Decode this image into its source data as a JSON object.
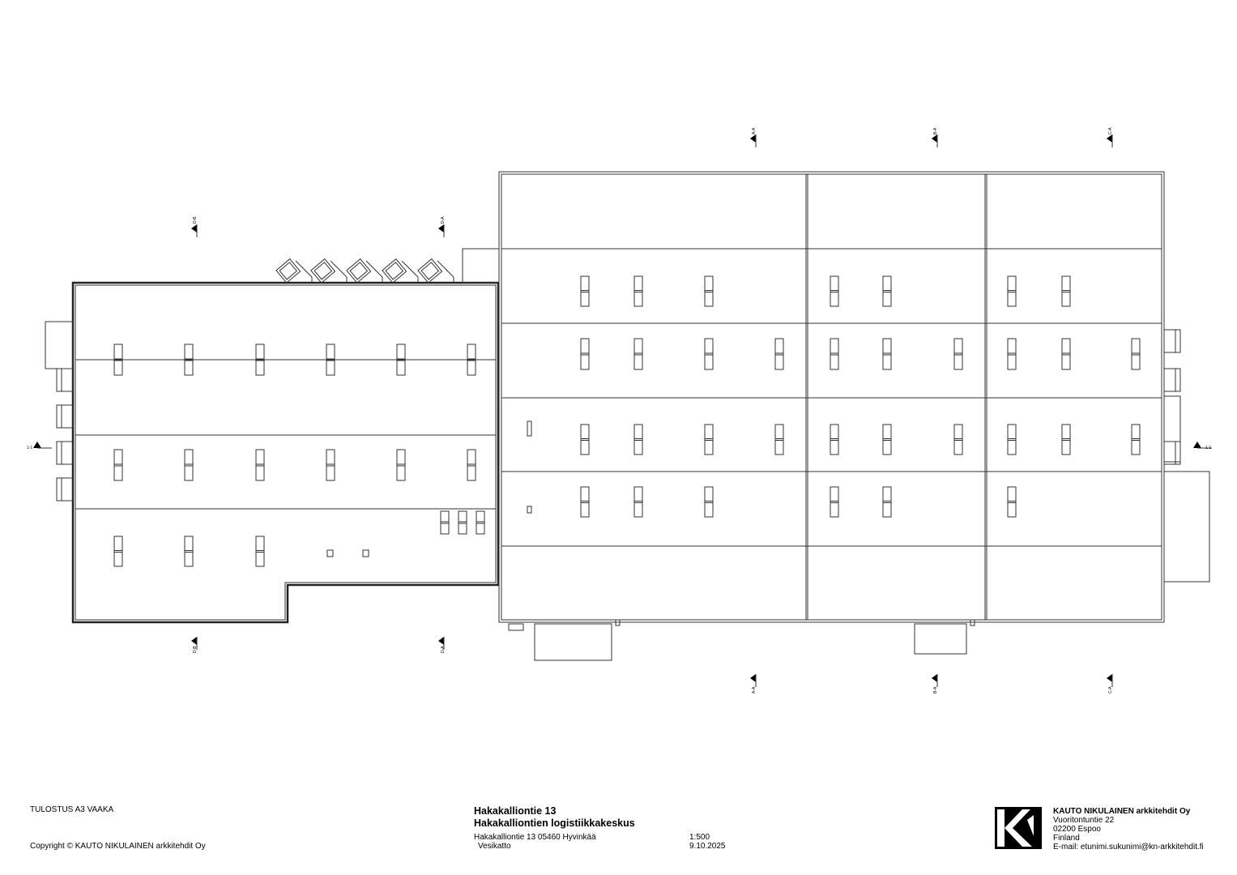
{
  "print_note": "TULOSTUS A3 VAAKA",
  "copyright": "Copyright © KAUTO NIKULAINEN arkkitehdit Oy",
  "project": {
    "title": "Hakakalliontie 13",
    "subtitle": "Hakakalliontien logistiikkakeskus",
    "address": "Hakakalliontie 13 05460 Hyvinkää",
    "drawing": "Vesikatto",
    "scale": "1:500",
    "date": "9.10.2025"
  },
  "office": {
    "logo_text": "KN",
    "name": "KAUTO NIKULAINEN arkkitehdit Oy",
    "street": "Vuoritontuntie 22",
    "city": "02200 Espoo",
    "country": "Finland",
    "email": "E-mail: etunimi.sukunimi@kn-arkkitehdit.fi"
  },
  "section_markers": {
    "db": "D-B",
    "da": "D-A",
    "aa": "A-A",
    "ba": "B-A",
    "ca": "C-A",
    "s11": "1-1"
  },
  "colors": {
    "line": "#333333",
    "fill": "#000000"
  }
}
